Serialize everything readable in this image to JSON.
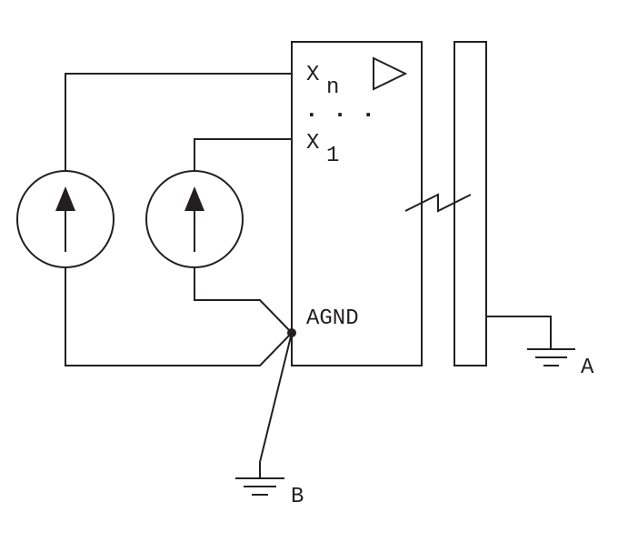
{
  "labels": {
    "xn_base": "X",
    "xn_sub": "n",
    "x1_base": "X",
    "x1_sub": "1",
    "ellipsis": ". . .",
    "agnd": "AGND",
    "ground_a": "A",
    "ground_b": "B"
  },
  "colors": {
    "line": "#231f20",
    "background": "#ffffff"
  },
  "icons": {
    "current_source": "current-source-arrow-up",
    "amplifier": "triangle-buffer",
    "break": "break-zigzag",
    "ground": "ground-symbol"
  }
}
